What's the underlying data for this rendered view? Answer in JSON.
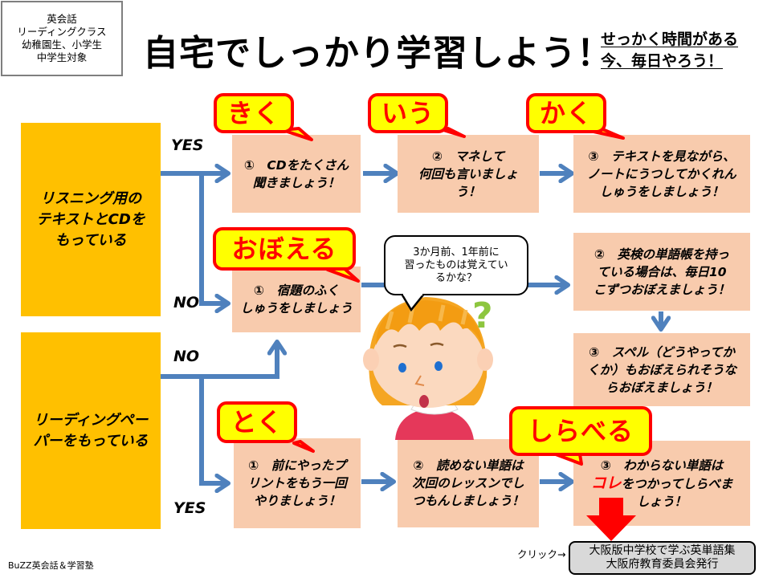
{
  "header": {
    "info_lines": [
      "英会話",
      "リーディングクラス",
      "幼稚園生、小学生",
      "中学生対象"
    ],
    "title": "自宅でしっかり学習しよう！",
    "slogan_lines": [
      "せっかく時間がある",
      "今、毎日やろう！"
    ]
  },
  "questions": {
    "q1": [
      "リスニング用の",
      "テキストとCDを",
      "もっている"
    ],
    "q2": [
      "リーディングペー",
      "パーをもっている"
    ]
  },
  "branch_labels": {
    "q1_yes": "YES",
    "q1_no": "NO",
    "q2_no": "NO",
    "q2_yes": "YES"
  },
  "bubbles": {
    "kiku": "きく",
    "iu": "いう",
    "kaku": "かく",
    "oboeru": "おぼえる",
    "toku": "とく",
    "shiraberu": "しらべる"
  },
  "steps": {
    "listen_1": [
      "①　CDをたくさん",
      "聞きましょう！"
    ],
    "listen_2": [
      "②　マネして",
      "何回も言いましょ",
      "う！"
    ],
    "listen_3": [
      "③　テキストを見ながら、",
      "ノートにうつしてかくれん",
      "しゅうをしましょう！"
    ],
    "review_1": [
      "①　宿題のふく",
      "しゅうをしましょう"
    ],
    "review_2": [
      "②　英検の単語帳を持っ",
      "ている場合は、毎日10",
      "こずつおぼえましょう！"
    ],
    "review_3": [
      "③　スペル（どうやってか",
      "くか）もおぼえられそうな",
      "らおぼえましょう！"
    ],
    "read_1": [
      "①　前にやったプ",
      "リントをもう一回",
      "やりましょう！"
    ],
    "read_2": [
      "②　読めない単語は",
      "次回のレッスンでし",
      "つもんしましょう！"
    ],
    "read_3_line1": "③　わからない単語は",
    "read_3_highlight": "コレ",
    "read_3_line2_rest": "をつかってしらべま",
    "read_3_line3": "しょう！"
  },
  "thought_bubble": [
    "3か月前、1年前に",
    "習ったものは覚えてい",
    "るかな？"
  ],
  "link": {
    "click_label": "クリック→",
    "lines": [
      "大阪版中学校で学ぶ英単語集",
      "大阪府教育委員会発行"
    ]
  },
  "footer": "BuZZ英会話＆学習塾",
  "colors": {
    "question_box": "#ffc000",
    "step_box": "#f8cbad",
    "arrow": "#4f81bd",
    "bubble_fill": "#ffff00",
    "bubble_border": "#ff0000",
    "big_arrow": "#ff0000",
    "question_mark": "#8dc63f"
  }
}
